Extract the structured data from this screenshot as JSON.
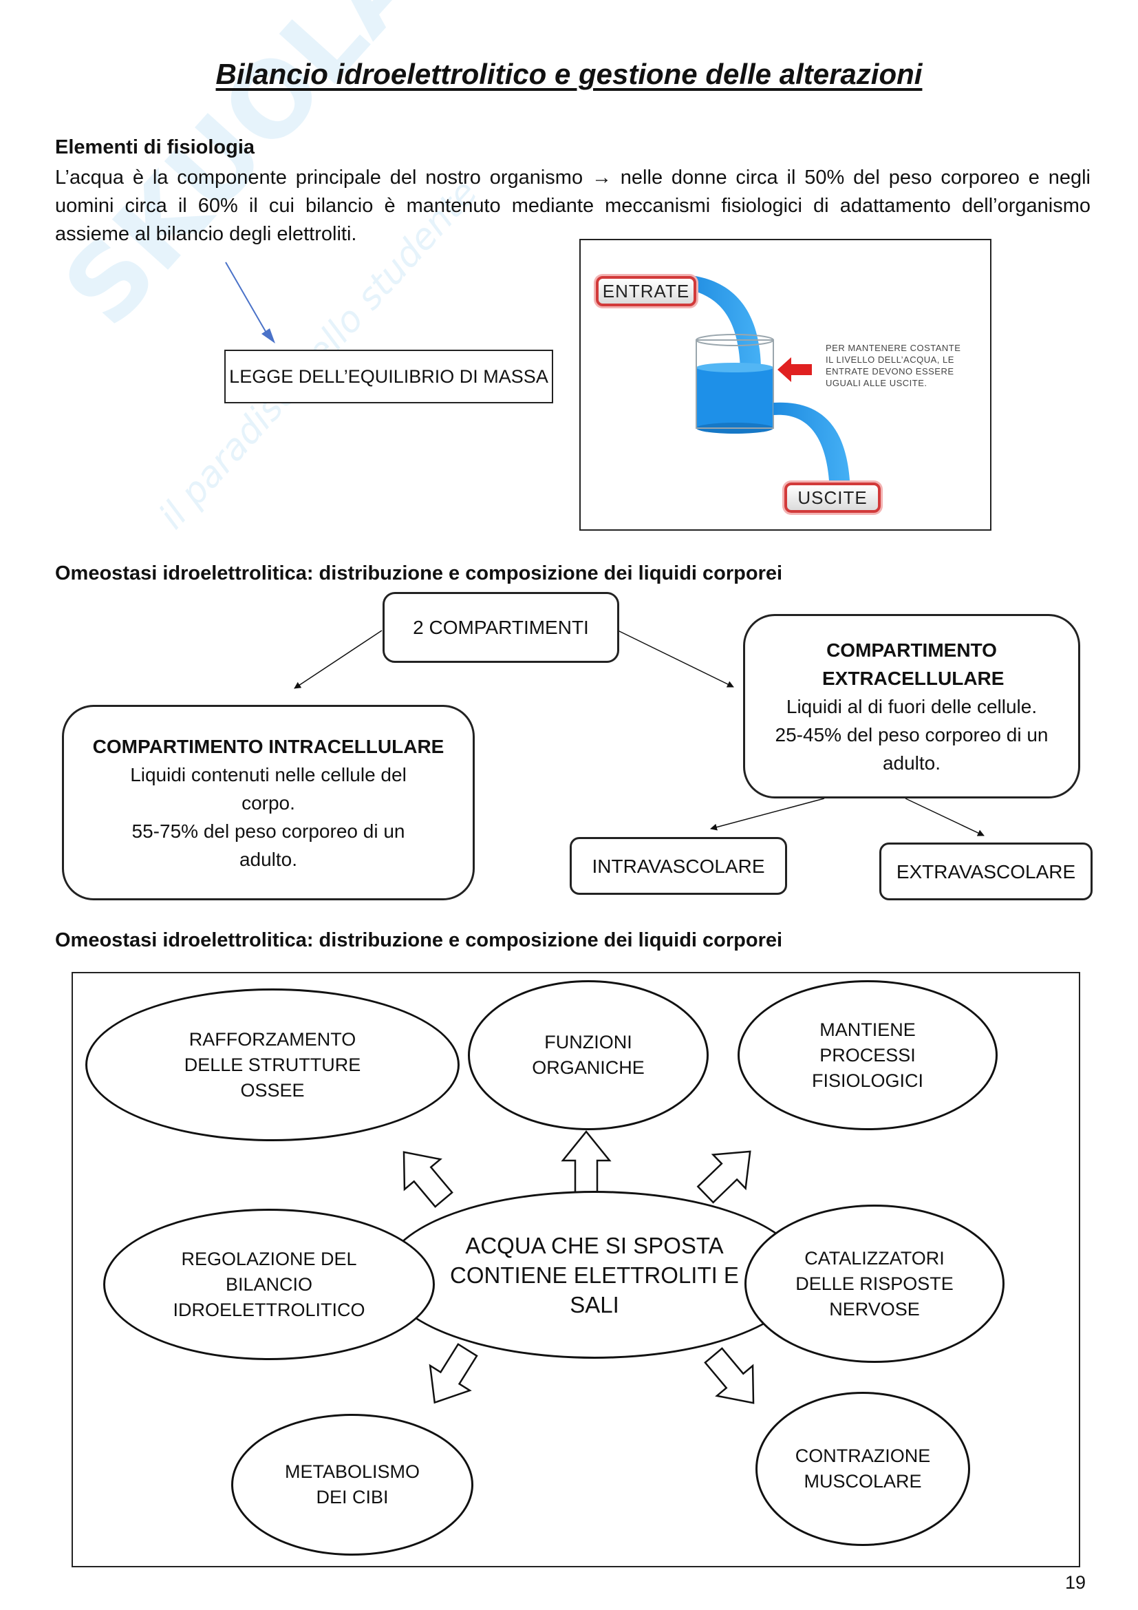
{
  "title": "Bilancio idroelettrolitico e gestione delle alterazioni",
  "section1": {
    "heading": "Elementi di fisiologia",
    "paragraph": "L’acqua è la componente principale del nostro organismo → nelle donne circa il 50% del peso corporeo e negli uomini circa il 60% il cui bilancio è mantenuto mediante meccanismi fisiologici di adattamento dell’organismo assieme al bilancio degli elettroliti.",
    "law_box": "LEGGE DELL’EQUILIBRIO DI MASSA",
    "figure": {
      "entrate": "ENTRATE",
      "uscite": "USCITE",
      "note": "PER MANTENERE COSTANTE IL LIVELLO DELL’ACQUA, LE ENTRATE DEVONO ESSERE UGUALI ALLE USCITE."
    }
  },
  "section2": {
    "heading": "Omeostasi idroelettrolitica: distribuzione e composizione dei liquidi corporei",
    "root": "2 COMPARTIMENTI",
    "intracellular": {
      "title": "COMPARTIMENTO INTRACELLULARE",
      "text": "Liquidi contenuti nelle cellule del corpo.",
      "pct": "55-75% del peso corporeo di un adulto."
    },
    "extracellular": {
      "title": "COMPARTIMENTO EXTRACELLULARE",
      "text": "Liquidi al di fuori delle cellule.",
      "pct": "25-45% del peso corporeo di un adulto."
    },
    "intravascular": "INTRAVASCOLARE",
    "extravascular": "EXTRAVASCOLARE"
  },
  "section3": {
    "heading": "Omeostasi idroelettrolitica: distribuzione e composizione dei liquidi corporei",
    "center": "ACQUA CHE SI SPOSTA CONTIENE ELETTROLITI E SALI",
    "nodes": {
      "bones": "RAFFORZAMENTO DELLE STRUTTURE OSSEE",
      "organic": "FUNZIONI ORGANICHE",
      "processes": "MANTIENE PROCESSI FISIOLOGICI",
      "regulation": "REGOLAZIONE DEL BILANCIO IDROELETTROLITICO",
      "catalysts": "CATALIZZATORI DELLE RISPOSTE NERVOSE",
      "metabolism": "METABOLISMO DEI CIBI",
      "contraction": "CONTRAZIONE MUSCOLARE"
    }
  },
  "page_number": "19",
  "watermark": {
    "brand": "SKUOLA.net",
    "slogan": "il paradiso dello studente"
  },
  "colors": {
    "water": "#1e90e8",
    "tag_border": "#d23a3a",
    "arrow_red": "#e02020",
    "link_arrow": "#4a72c8"
  }
}
